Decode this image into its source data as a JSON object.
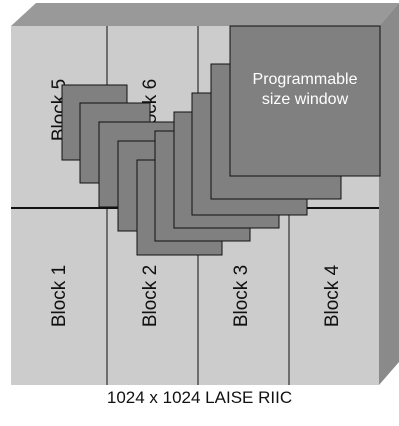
{
  "blocks": {
    "block1": "Block 1",
    "block2": "Block 2",
    "block3": "Block 3",
    "block4": "Block 4",
    "block5": "Block 5",
    "block6": "Block 6"
  },
  "window": {
    "line1": "Programmable",
    "line2": "size window"
  },
  "caption": "1024 x 1024 LAISE RIIC",
  "colors": {
    "chip_face": "#cccccc",
    "chip_top": "#999999",
    "chip_side": "#8a8a8a",
    "window_fill": "#808080",
    "line": "#111111"
  }
}
